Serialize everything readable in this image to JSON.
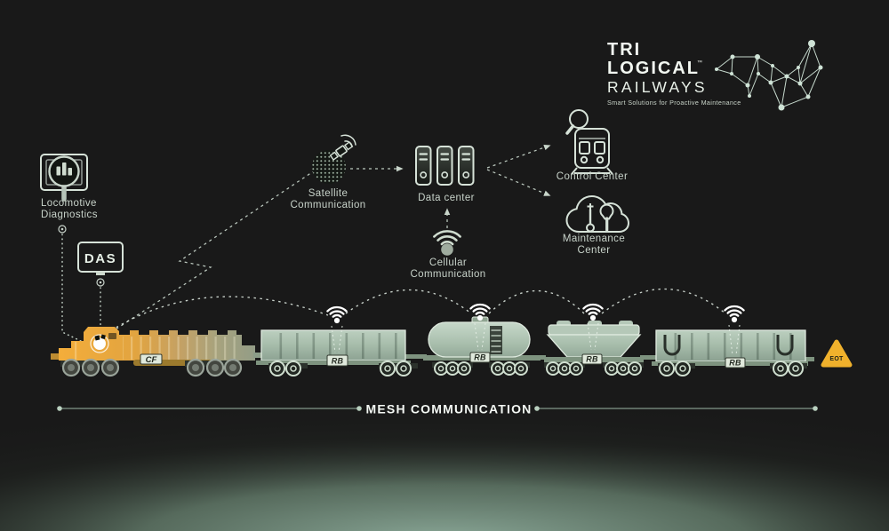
{
  "colors": {
    "background": "#191919",
    "accent_sage": "#cfdfd2",
    "icon_stroke": "#d6e2d8",
    "locomotive_orange": "#e8a63c",
    "wagon_green": "#a9bfad",
    "eot_yellow": "#f0b12c",
    "wifi_white": "#ffffff",
    "glow_green": "#84a092"
  },
  "logo": {
    "line1": "TRI",
    "line2": "LOGICAL",
    "trademark": "™",
    "line3": "RAILWAYS",
    "tagline": "Smart Solutions for Proactive Maintenance"
  },
  "nodes": {
    "locomotive_diagnostics": {
      "line1": "Locomotive",
      "line2": "Diagnostics"
    },
    "das": {
      "label": "DAS"
    },
    "satellite": {
      "line1": "Satellite",
      "line2": "Communication"
    },
    "data_center": {
      "label": "Data center"
    },
    "cellular": {
      "line1": "Cellular",
      "line2": "Communication"
    },
    "control_center": {
      "label": "Control Center"
    },
    "maintenance_center": {
      "line1": "Maintenance",
      "line2": "Center"
    }
  },
  "train": {
    "locomotive_badge": "CF",
    "wagon_badge": "RB",
    "eot_label": "EOT"
  },
  "mesh": {
    "label": "MESH COMMUNICATION"
  }
}
